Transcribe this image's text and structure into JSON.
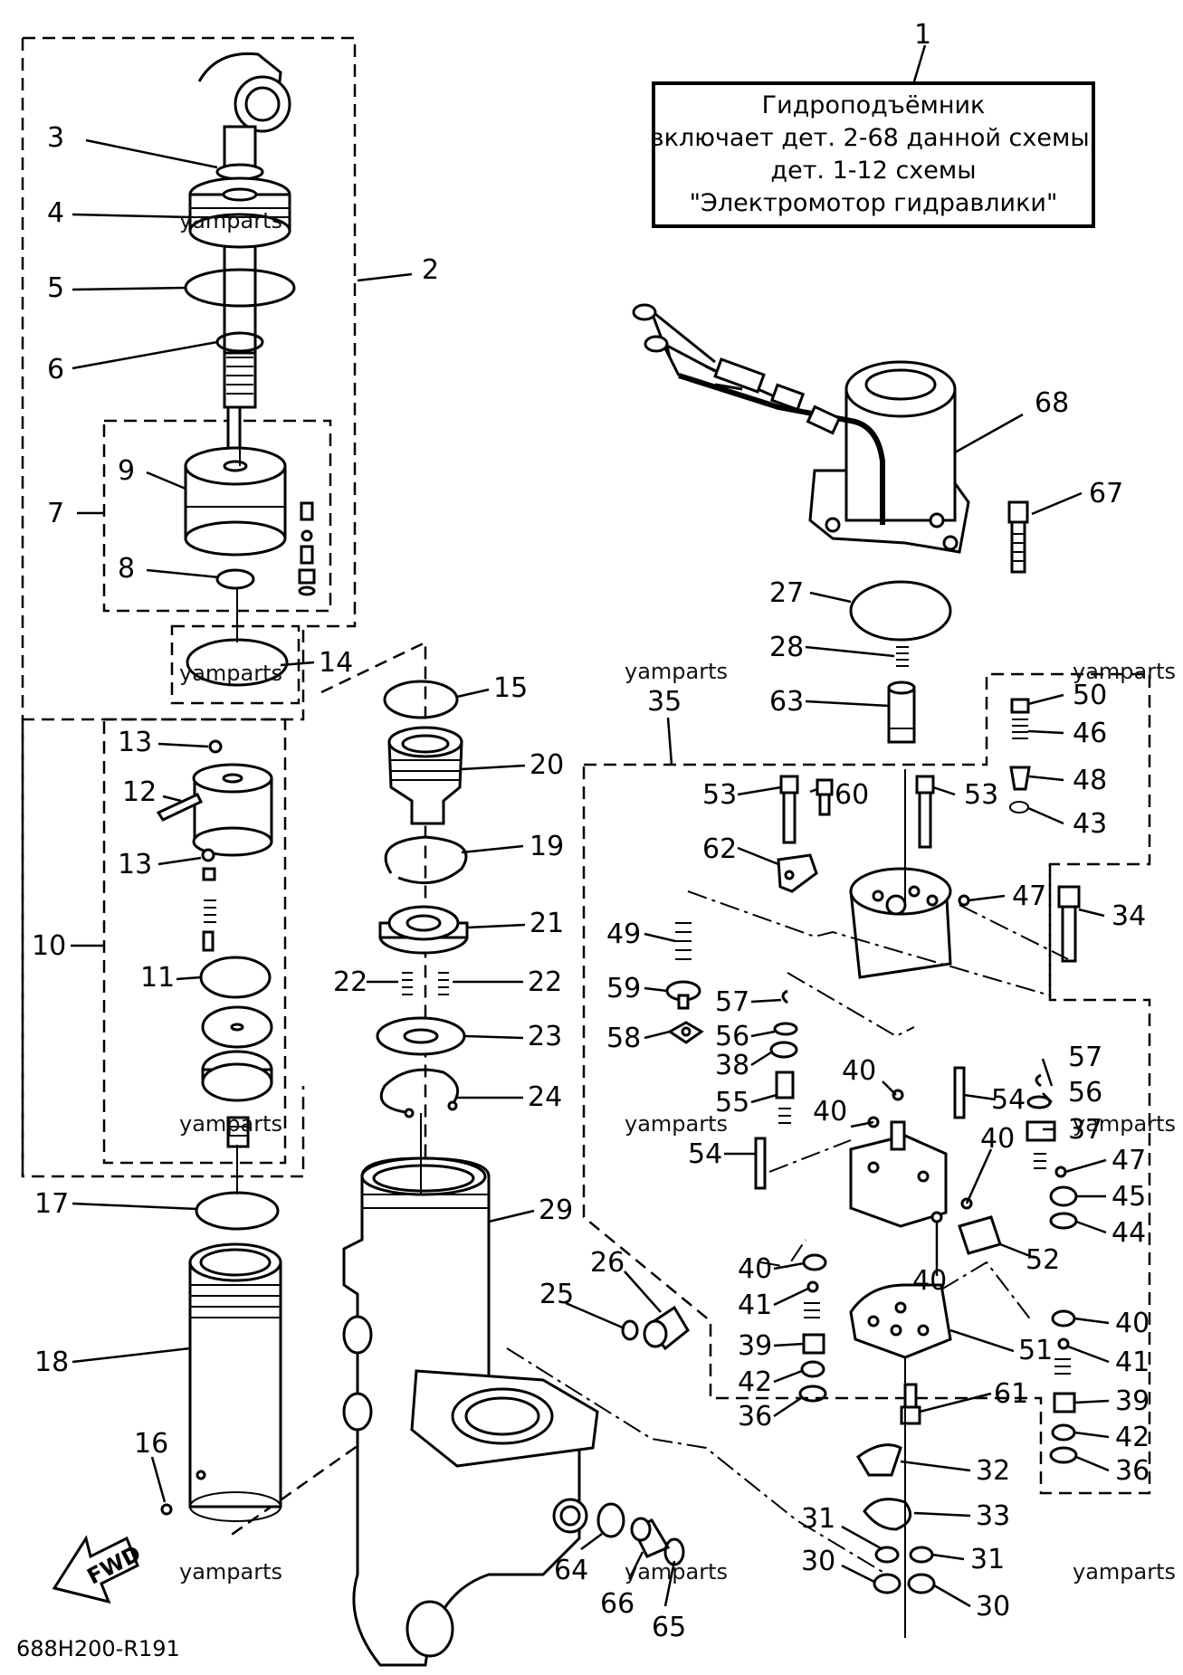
{
  "note": {
    "number": "1",
    "lines": [
      "Гидроподъёмник",
      "включает дет. 2-68 данной схемы,",
      "дет. 1-12 схемы",
      "\"Электромотор гидравлики\""
    ]
  },
  "watermark": "yamparts",
  "drawing_code": "688H200-R191",
  "fwd_label": "FWD",
  "callouts": {
    "c2": "2",
    "c3": "3",
    "c4": "4",
    "c5": "5",
    "c6": "6",
    "c7": "7",
    "c8": "8",
    "c9": "9",
    "c10": "10",
    "c11": "11",
    "c12": "12",
    "c13a": "13",
    "c13b": "13",
    "c14": "14",
    "c15": "15",
    "c16": "16",
    "c17": "17",
    "c18": "18",
    "c19": "19",
    "c20": "20",
    "c21": "21",
    "c22a": "22",
    "c22b": "22",
    "c23": "23",
    "c24": "24",
    "c25": "25",
    "c26": "26",
    "c27": "27",
    "c28": "28",
    "c29": "29",
    "c30a": "30",
    "c30b": "30",
    "c31a": "31",
    "c31b": "31",
    "c32": "32",
    "c33": "33",
    "c34": "34",
    "c35": "35",
    "c36a": "36",
    "c36b": "36",
    "c37": "37",
    "c38": "38",
    "c39a": "39",
    "c39b": "39",
    "c40a": "40",
    "c40b": "40",
    "c40c": "40",
    "c40d": "40",
    "c40e": "40",
    "c40f": "40",
    "c41a": "41",
    "c41b": "41",
    "c42a": "42",
    "c42b": "42",
    "c43": "43",
    "c44": "44",
    "c45": "45",
    "c46": "46",
    "c47a": "47",
    "c47b": "47",
    "c48": "48",
    "c49": "49",
    "c50": "50",
    "c51": "51",
    "c52": "52",
    "c53a": "53",
    "c53b": "53",
    "c54a": "54",
    "c54b": "54",
    "c55": "55",
    "c56a": "56",
    "c56b": "56",
    "c57a": "57",
    "c57b": "57",
    "c58": "58",
    "c59": "59",
    "c60": "60",
    "c61": "61",
    "c62": "62",
    "c63": "63",
    "c64": "64",
    "c65": "65",
    "c66": "66",
    "c67": "67",
    "c68": "68"
  }
}
